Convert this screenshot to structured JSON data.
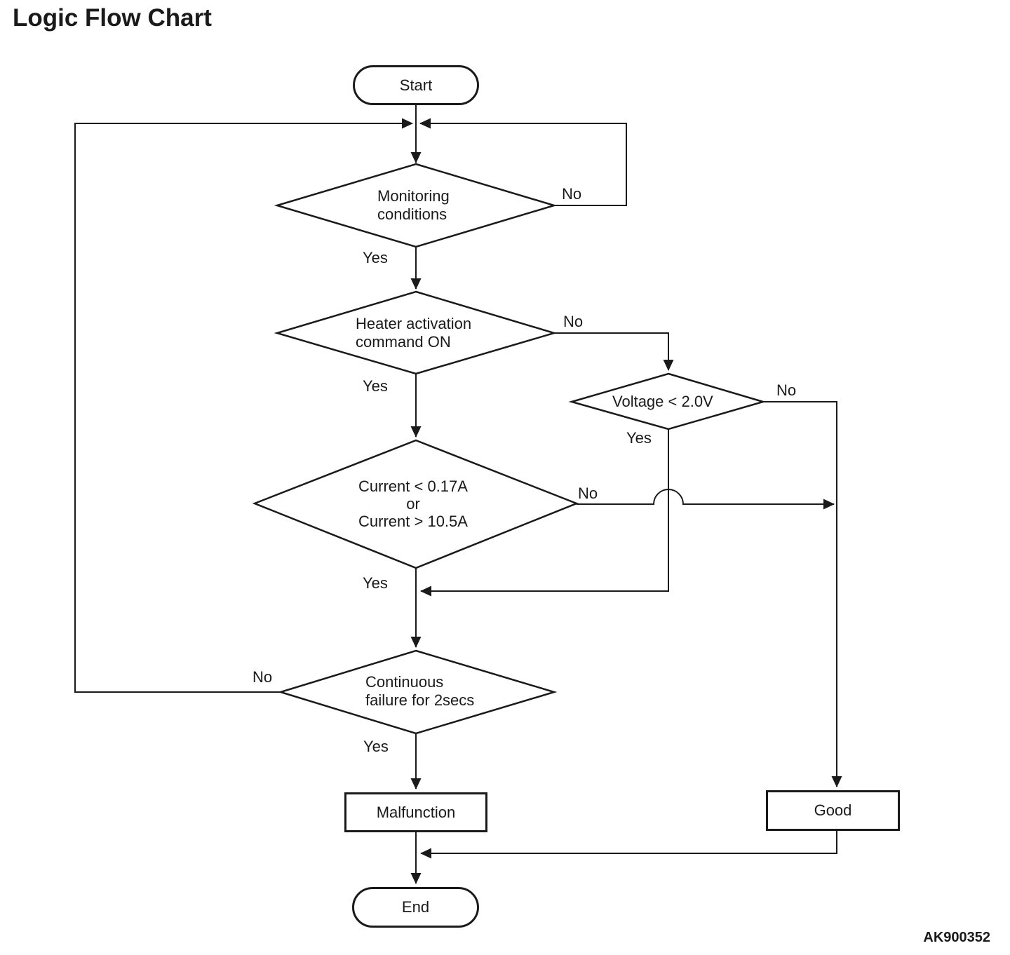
{
  "title": "Logic Flow Chart",
  "diagram_code": "AK900352",
  "colors": {
    "line": "#1a1a1a",
    "background": "#ffffff",
    "text": "#1a1a1a"
  },
  "nodes": {
    "start": {
      "type": "terminator",
      "label": "Start"
    },
    "monitoring": {
      "type": "decision",
      "label": "Monitoring\nconditions"
    },
    "heater": {
      "type": "decision",
      "label": "Heater activation\ncommand ON"
    },
    "voltage": {
      "type": "decision",
      "label": "Voltage < 2.0V"
    },
    "current": {
      "type": "decision",
      "label": "Current < 0.17A\nor\nCurrent > 10.5A"
    },
    "continuous": {
      "type": "decision",
      "label": "Continuous\nfailure for 2secs"
    },
    "malfunction": {
      "type": "process",
      "label": "Malfunction"
    },
    "good": {
      "type": "process",
      "label": "Good"
    },
    "end": {
      "type": "terminator",
      "label": "End"
    }
  },
  "branch_labels": {
    "monitoring_yes": "Yes",
    "monitoring_no": "No",
    "heater_yes": "Yes",
    "heater_no": "No",
    "voltage_yes": "Yes",
    "voltage_no": "No",
    "current_yes": "Yes",
    "current_no": "No",
    "continuous_yes": "Yes",
    "continuous_no": "No"
  },
  "edges": [
    {
      "from": "start",
      "to": "monitoring",
      "label": ""
    },
    {
      "from": "monitoring",
      "to": "heater",
      "label": "Yes"
    },
    {
      "from": "monitoring",
      "to": "loop-top-junction",
      "label": "No"
    },
    {
      "from": "heater",
      "to": "current",
      "label": "Yes"
    },
    {
      "from": "heater",
      "to": "voltage",
      "label": "No"
    },
    {
      "from": "voltage",
      "to": "current-yes-line",
      "label": "Yes"
    },
    {
      "from": "voltage",
      "to": "good",
      "label": "No"
    },
    {
      "from": "current",
      "to": "continuous",
      "label": "Yes"
    },
    {
      "from": "current",
      "to": "good",
      "label": "No"
    },
    {
      "from": "continuous",
      "to": "malfunction",
      "label": "Yes"
    },
    {
      "from": "continuous",
      "to": "loop-top-junction",
      "label": "No"
    },
    {
      "from": "malfunction",
      "to": "end",
      "label": ""
    },
    {
      "from": "good",
      "to": "end",
      "label": ""
    }
  ]
}
